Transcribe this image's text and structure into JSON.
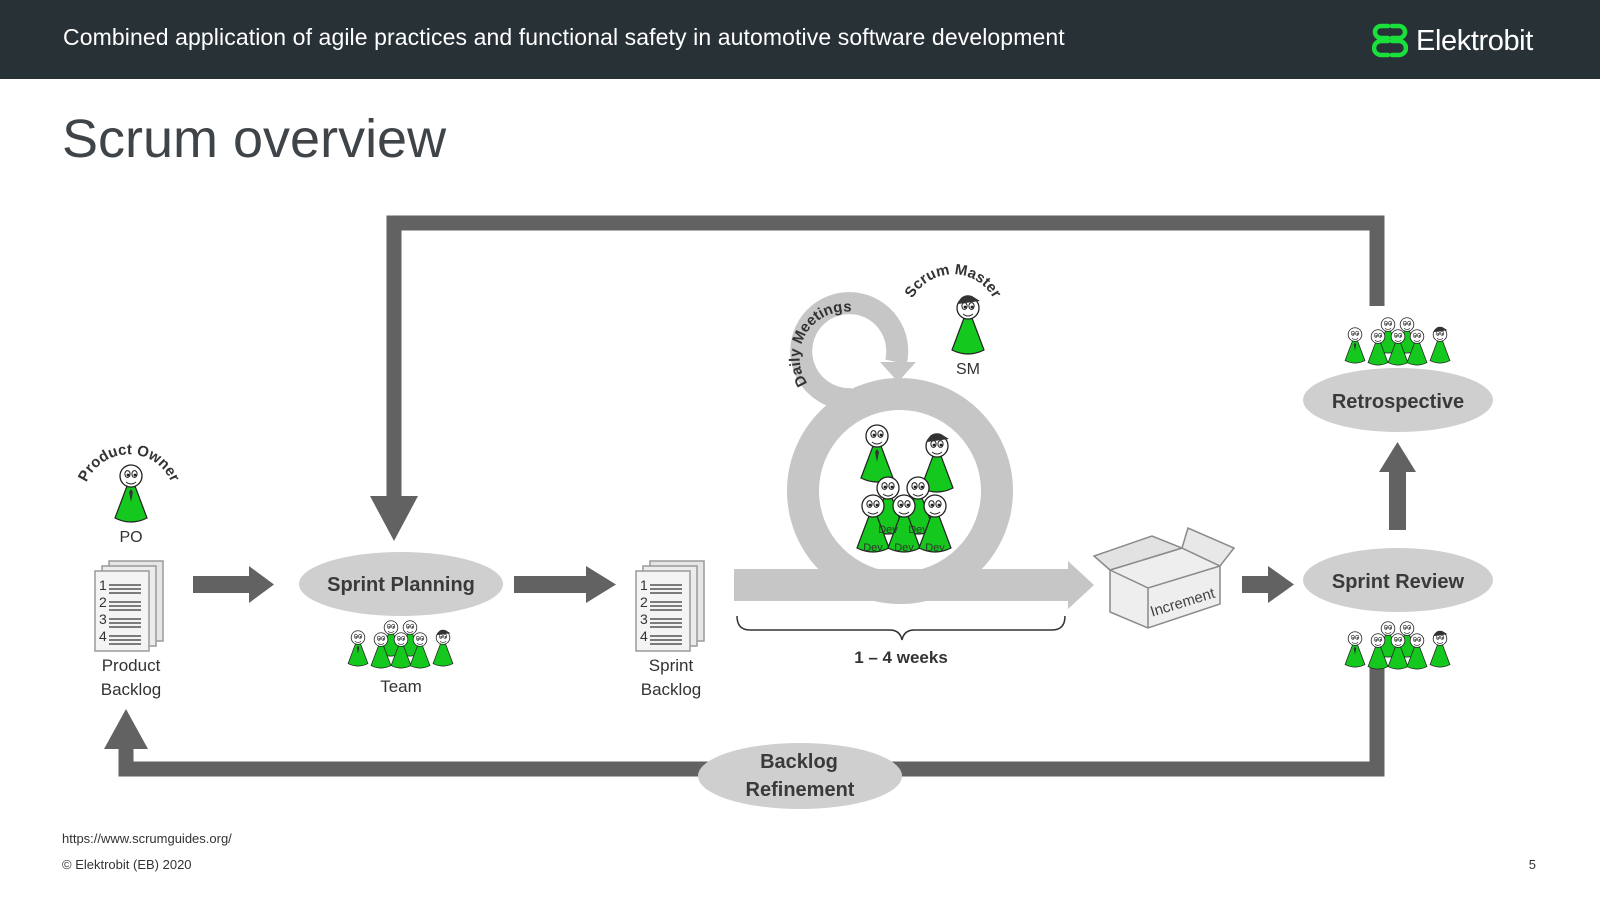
{
  "header": {
    "title": "Combined application of agile practices and functional safety in automotive software development",
    "logo_text": "Elektrobit"
  },
  "page": {
    "title": "Scrum overview"
  },
  "diagram": {
    "product_owner_arc": "Product Owner",
    "po_badge": "PO",
    "product_backlog_line1": "Product",
    "product_backlog_line2": "Backlog",
    "backlog_numbers": [
      "1",
      "2",
      "3",
      "4"
    ],
    "sprint_planning": "Sprint Planning",
    "team": "Team",
    "sprint_backlog_line1": "Sprint",
    "sprint_backlog_line2": "Backlog",
    "daily_meetings": "Daily Meetings",
    "scrum_master_arc": "Scrum Master",
    "sm_badge": "SM",
    "dev_badge": "Dev",
    "duration": "1 – 4 weeks",
    "increment": "Increment",
    "sprint_review": "Sprint Review",
    "retrospective": "Retrospective",
    "backlog_refinement_line1": "Backlog",
    "backlog_refinement_line2": "Refinement"
  },
  "colors": {
    "header_bg": "#283136",
    "brand_green": "#19e03a",
    "figure_green": "#14c81e",
    "arrow_dark": "#626262",
    "ellipse_gray": "#cfcfcf",
    "cycle_gray": "#c6c6c6"
  },
  "footer": {
    "url": "https://www.scrumguides.org/",
    "copyright": "© Elektrobit (EB) 2020",
    "page_number": "5"
  }
}
